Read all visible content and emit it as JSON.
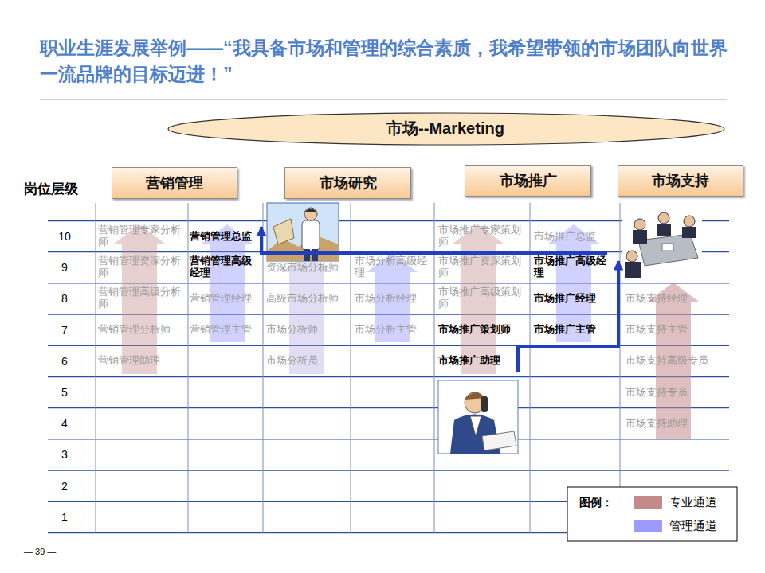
{
  "diagram": {
    "title": "职业生涯发展举例——“我具备市场和管理的综合素质，我希望带领的市场团队向世界一流品牌的目标迈进！”",
    "nodes": [
      {
        "text": [
          "市场--Marketing"
        ]
      },
      {
        "text": [
          "营销管理"
        ]
      },
      {
        "text": [
          "市场研究"
        ]
      },
      {
        "text": [
          "市场推广"
        ]
      },
      {
        "text": [
          "市场支持"
        ]
      }
    ],
    "labels": [
      "岗位层级",
      "10",
      "9",
      "8",
      "7",
      "6",
      "5",
      "4",
      "3",
      "2",
      "1",
      "营销管理专家分析师",
      "营销管理资深分析师",
      "营销管理高级分析师",
      "营销管理分析师",
      "营销管理助理",
      "营销管理总监",
      "营销管理高级经理",
      "营销管理经理",
      "营销管理主管",
      "资深市场分析师",
      "高级市场分析师",
      "市场分析师",
      "市场分析员",
      "市场分析高级经理",
      "市场分析经理",
      "市场分析主管",
      "市场推广专家策划师",
      "市场推广资深策划师",
      "市场推广高级策划师",
      "市场推广策划师",
      "市场推广助理",
      "市场推广总监",
      "市场推广高级经理",
      "市场推广经理",
      "市场推广主管",
      "市场支持经理",
      "市场支持主管",
      "市场支持高级专员",
      "市场支持专员",
      "市场支持助理",
      "图例：",
      "— 39 —"
    ],
    "legend": [
      {
        "text": "专业通道",
        "color": "#c48a8a"
      },
      {
        "text": "管理通道",
        "color": "#9a9aff"
      }
    ]
  }
}
